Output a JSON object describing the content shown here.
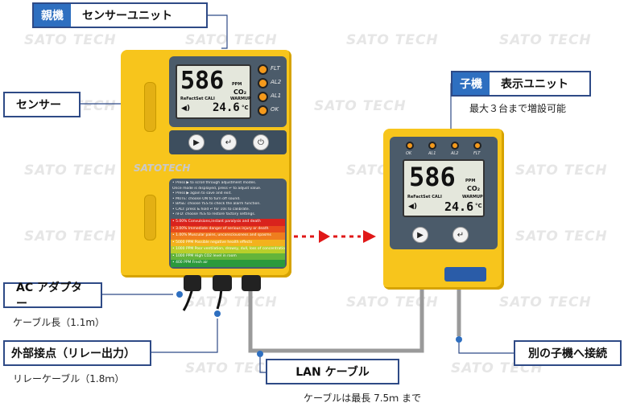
{
  "watermark": "SATO TECH",
  "labels": {
    "parent_tag": "親機",
    "parent_text": "センサーユニット",
    "sensor": "センサー",
    "child_tag": "子機",
    "child_text": "表示ユニット",
    "child_note": "最大３台まで増設可能",
    "ac_adapter": "AC アダプター",
    "ac_note": "ケーブル長（1.1m）",
    "relay": "外部接点（リレー出力）",
    "relay_note": "リレーケーブル（1.8ｍ）",
    "lan": "LAN ケーブル",
    "lan_note": "ケーブルは最長 7.5ｍ まで",
    "connect_other": "別の子機へ接続"
  },
  "main_unit": {
    "reading": "586",
    "unit": "PPM",
    "gas": "CO₂",
    "temp": "24.6",
    "temp_unit": "°C",
    "lcd_tag1": "ReFactSet CALI",
    "lcd_tag2": "WARMUP",
    "leds": [
      "FLT",
      "AL2",
      "AL1",
      "OK"
    ],
    "brand": "SATOTECH",
    "instructions": [
      "• Press ▶ to scroll through adjustment modes.",
      "Once mode is displayed, press ↵ to adjust value.",
      "• Press ▶ again to save and exit.",
      "• MUTE: choose ON to turn off sound.",
      "• BASE: choose YES to check the alarm function.",
      "• CALI: press & hold ↵ for 10s to calibrate.",
      "• nFD: choose YES to restore factory settings."
    ],
    "levels": [
      {
        "label": "• 5.00%   Convulsions,instant paralysis and death",
        "color": "#d9231d"
      },
      {
        "label": "• 3.00%   Immediate danger of serious injury or death",
        "color": "#e84a1c"
      },
      {
        "label": "• 1.00%   Muscular pains, unconsciousness and spasms",
        "color": "#ef7d1e"
      },
      {
        "label": "• 5000 PPM  Possible negative health effects",
        "color": "#f3b21d"
      },
      {
        "label": "• 1000 PPM  Poor ventilation, drowsy, dull, loss of concentration",
        "color": "#b9cf2a"
      },
      {
        "label": "• 1000 PPM  High CO2 level in room",
        "color": "#64b43a"
      },
      {
        "label": "• 400 PPM  Fresh air",
        "color": "#2a9a3c"
      }
    ]
  },
  "child_unit": {
    "reading": "586",
    "unit": "PPM",
    "gas": "CO₂",
    "temp": "24.6",
    "temp_unit": "°C",
    "lcd_tag1": "ReFactSet CALI",
    "lcd_tag2": "WARMUP",
    "leds": [
      "OK",
      "AL1",
      "AL2",
      "FLT"
    ]
  },
  "colors": {
    "accent_blue": "#2e6fc0",
    "border_blue": "#2e4a86",
    "device_yellow": "#f7c51c",
    "arrow_red": "#e01818"
  }
}
